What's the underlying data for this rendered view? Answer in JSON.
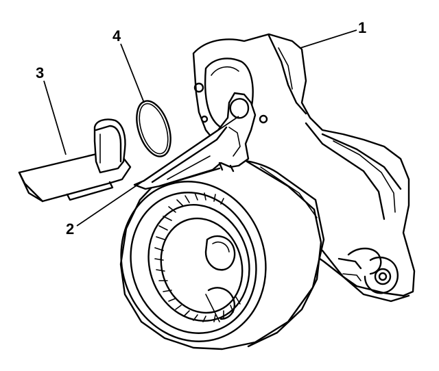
{
  "callouts": [
    {
      "id": "1",
      "text": "1"
    },
    {
      "id": "2",
      "text": "2"
    },
    {
      "id": "3",
      "text": "3"
    },
    {
      "id": "4",
      "text": "4"
    }
  ],
  "colors": {
    "ink": "#000000",
    "paper": "#ffffff"
  }
}
